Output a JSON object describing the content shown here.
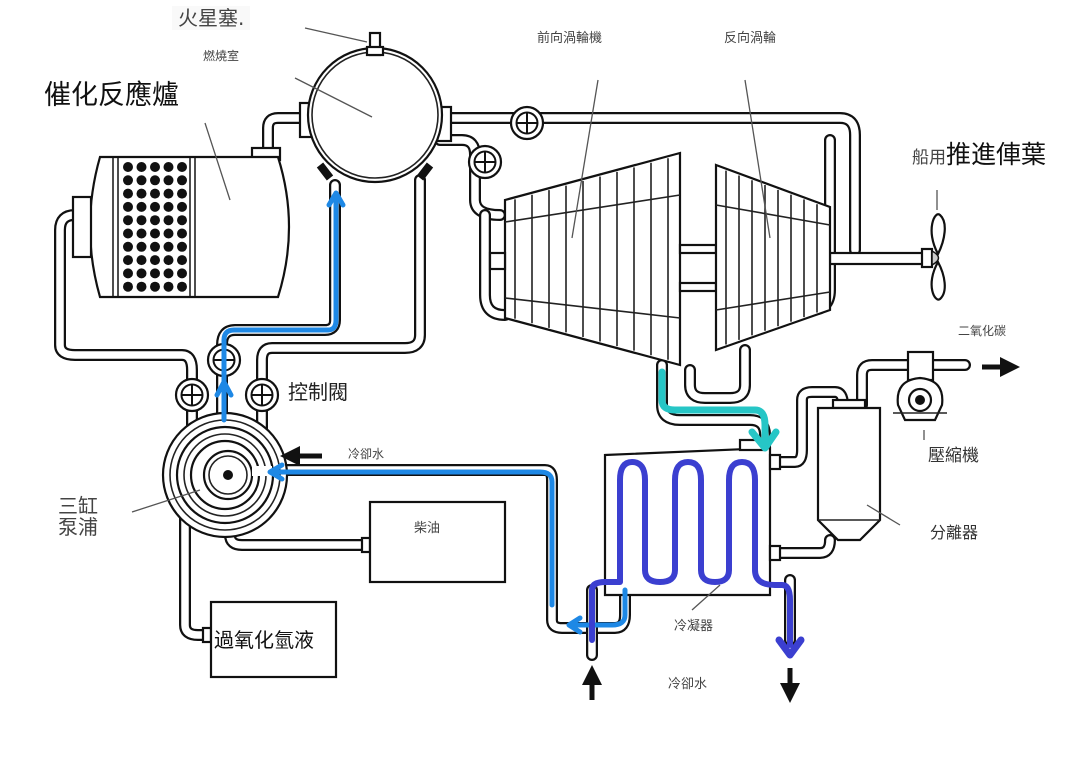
{
  "diagram": {
    "title": "",
    "labels": {
      "spark_plug": "火星塞.",
      "combustion_chamber": "燃燒室",
      "catalytic_reactor": "催化反應爐",
      "forward_turbine": "前向渦輪機",
      "reverse_turbine": "反向渦輪",
      "propeller_prefix": "船用",
      "propeller_main": "推進俥葉",
      "co2": "二氧化碳",
      "compressor": "壓縮機",
      "separator": "分離器",
      "control_valve": "控制閥",
      "cooling_water_in_pump": "冷卻水",
      "triple_pump_line1": "三缸",
      "triple_pump_line2": "泵浦",
      "diesel": "柴油",
      "hydrogen_peroxide": "過氧化氫液",
      "condenser": "冷凝器",
      "cooling_water_bottom": "冷卻水"
    },
    "flow_colors": {
      "fuel_flow": "#1e88e5",
      "exhaust_flow": "#26c6c6",
      "coolant_flow": "#3b3fd0"
    },
    "components": [
      {
        "id": "spark-plug",
        "name": "火星塞"
      },
      {
        "id": "combustion-chamber",
        "name": "燃燒室"
      },
      {
        "id": "catalytic-reactor",
        "name": "催化反應爐"
      },
      {
        "id": "forward-turbine",
        "name": "前向渦輪機"
      },
      {
        "id": "reverse-turbine",
        "name": "反向渦輪"
      },
      {
        "id": "propeller",
        "name": "船用推進俥葉"
      },
      {
        "id": "compressor",
        "name": "壓縮機"
      },
      {
        "id": "separator",
        "name": "分離器"
      },
      {
        "id": "condenser",
        "name": "冷凝器"
      },
      {
        "id": "triple-pump",
        "name": "三缸泵浦"
      },
      {
        "id": "diesel-tank",
        "name": "柴油"
      },
      {
        "id": "hydrogen-peroxide-tank",
        "name": "過氧化氫液"
      },
      {
        "id": "control-valves",
        "name": "控制閥"
      }
    ]
  }
}
